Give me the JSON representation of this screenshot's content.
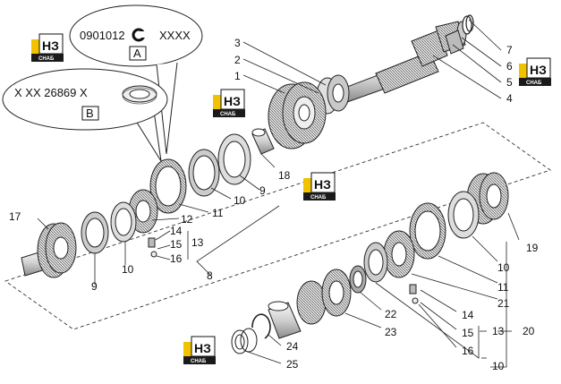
{
  "callouts": {
    "top": {
      "code_prefix": "0901012",
      "code_mid": "C",
      "code_suffix": "XXXX",
      "letter": "A"
    },
    "bottom": {
      "code": "X XX 26869  X",
      "letter": "B"
    }
  },
  "logo": {
    "mark": "НЗ",
    "sub": "СНАБ"
  },
  "labels": {
    "l1": "1",
    "l2": "2",
    "l3": "3",
    "l4": "4",
    "l5": "5",
    "l6": "6",
    "l7": "7",
    "l8": "8",
    "l9a": "9",
    "l9b": "9",
    "l10a": "10",
    "l10b": "10",
    "l10c": "10",
    "l10d": "10",
    "l11a": "11",
    "l11b": "11",
    "l12": "12",
    "l13a": "13",
    "l13b": "13",
    "l14a": "14",
    "l14b": "14",
    "l15a": "15",
    "l15b": "15",
    "l16a": "16",
    "l16b": "16",
    "l17": "17",
    "l18": "18",
    "l19": "19",
    "l20": "20",
    "l21": "21",
    "l22": "22",
    "l23": "23",
    "l24": "24",
    "l25": "25"
  },
  "colors": {
    "ink": "#111111",
    "logo_yellow": "#f2c200",
    "logo_dark": "#1a1a1a",
    "gear_gray": "#d9d9d9",
    "gear_dark": "#9a9a9a"
  }
}
